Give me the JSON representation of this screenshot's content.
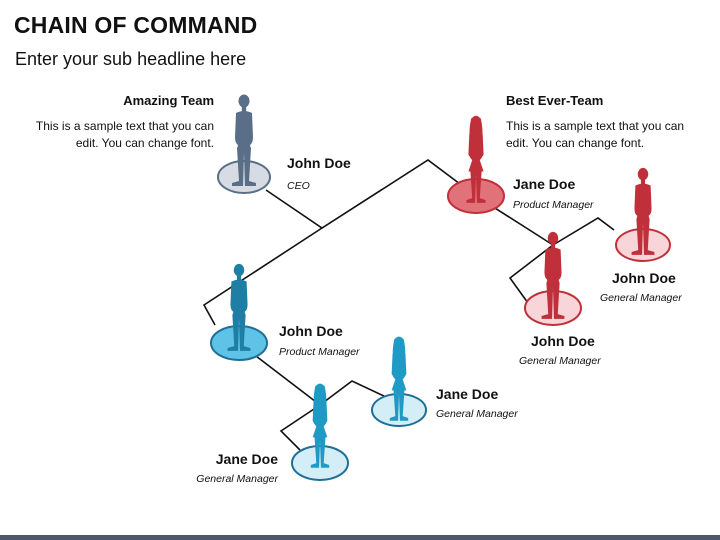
{
  "header": {
    "title": "CHAIN OF COMMAND",
    "subtitle": "Enter your sub headline here"
  },
  "teams": [
    {
      "heading": "Amazing Team",
      "text": "This is a sample text that you can edit. You can change font.",
      "color": "#5a6f87"
    },
    {
      "heading": "Best Ever-Team",
      "text": "This is a sample text that you can edit. You can change font.",
      "color": "#c0303a"
    }
  ],
  "people": [
    {
      "name": "John Doe",
      "role": "CEO"
    },
    {
      "name": "Jane Doe",
      "role": "Product Manager"
    },
    {
      "name": "John Doe",
      "role": "General Manager"
    },
    {
      "name": "John Doe",
      "role": "General Manager"
    },
    {
      "name": "John Doe",
      "role": "Product Manager"
    },
    {
      "name": "Jane Doe",
      "role": "General Manager"
    },
    {
      "name": "Jane Doe",
      "role": "General Manager"
    }
  ],
  "colors": {
    "ceo_figure": "#5a6f87",
    "ceo_disc": "#d6dbe4",
    "red_figure": "#c0303a",
    "red_disc_main": "#e2727a",
    "red_disc_light": "#f8d5d8",
    "blue_figure": "#1f7ea3",
    "blue_disc_main": "#5fc3e8",
    "blue_disc_light": "#d4eef8",
    "connector": "#111111"
  }
}
